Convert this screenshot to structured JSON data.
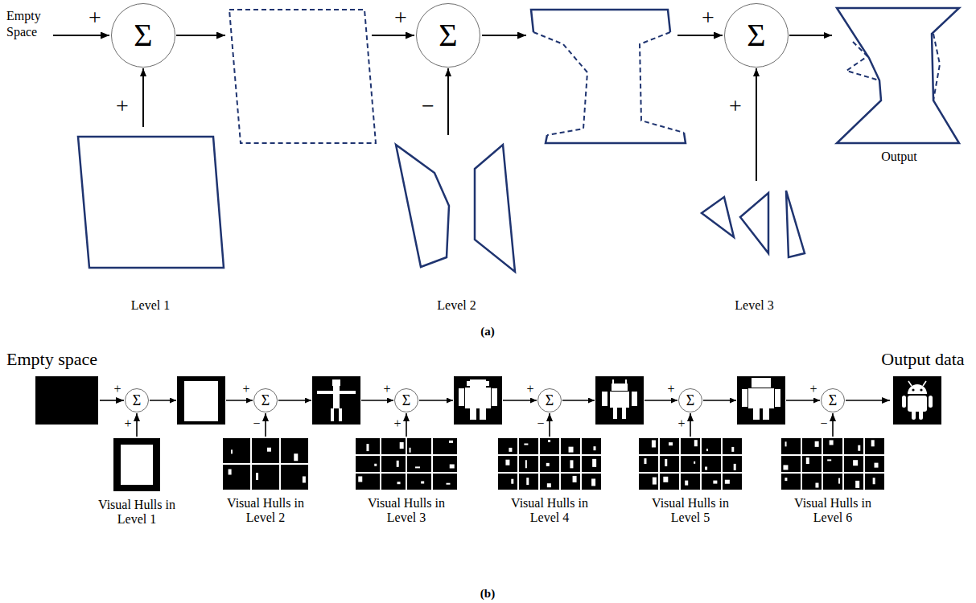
{
  "diagram": {
    "nodes": [
      {
        "text": [
          "Σ"
        ]
      },
      {
        "text": [
          "Σ"
        ]
      },
      {
        "text": [
          "Σ"
        ]
      },
      {
        "text": [
          "Output"
        ]
      },
      {
        "text": [
          "Level 1"
        ]
      },
      {
        "text": [
          "Level 2"
        ]
      },
      {
        "text": [
          "Level 3"
        ]
      },
      {
        "text": [
          "Empty space"
        ]
      },
      {
        "text": [
          "Σ"
        ]
      },
      {
        "text": [
          "Σ"
        ]
      },
      {
        "text": [
          "Σ"
        ]
      },
      {
        "text": [
          "Σ"
        ]
      },
      {
        "text": [
          "Σ"
        ]
      },
      {
        "text": [
          "Σ"
        ]
      },
      {
        "text": [
          "Output data"
        ]
      },
      {
        "text": [
          "Visual Hulls in Level 1"
        ]
      },
      {
        "text": [
          "Visual Hulls in Level 2"
        ]
      },
      {
        "text": [
          "Visual Hulls in Level 3"
        ]
      },
      {
        "text": [
          "Visual Hulls in Level 4"
        ]
      },
      {
        "text": [
          "Visual Hulls in Level 5"
        ]
      },
      {
        "text": [
          "Visual Hulls in Level 6"
        ]
      }
    ],
    "edges": [
      {
        "from": 4,
        "to": 0,
        "arrow": "to"
      },
      {
        "from": 5,
        "to": 1,
        "arrow": "to"
      },
      {
        "from": 6,
        "to": 2,
        "arrow": "to"
      },
      {
        "from": 2,
        "to": 3,
        "arrow": "to"
      },
      {
        "from": 7,
        "to": 8,
        "arrow": "to"
      },
      {
        "from": 15,
        "to": 8,
        "arrow": "to"
      },
      {
        "from": 16,
        "to": 9,
        "arrow": "to"
      },
      {
        "from": 17,
        "to": 10,
        "arrow": "to"
      },
      {
        "from": 18,
        "to": 11,
        "arrow": "to"
      },
      {
        "from": 19,
        "to": 12,
        "arrow": "to"
      },
      {
        "from": 20,
        "to": 13,
        "arrow": "to"
      },
      {
        "from": 13,
        "to": 14,
        "arrow": "to"
      }
    ],
    "labels": [
      "Empty Space",
      "+",
      "+",
      "+",
      "−",
      "+",
      "+",
      "(a)",
      "+",
      "+",
      "+",
      "−",
      "+",
      "+",
      "+",
      "−",
      "+",
      "+",
      "+",
      "−",
      "(b)"
    ]
  }
}
